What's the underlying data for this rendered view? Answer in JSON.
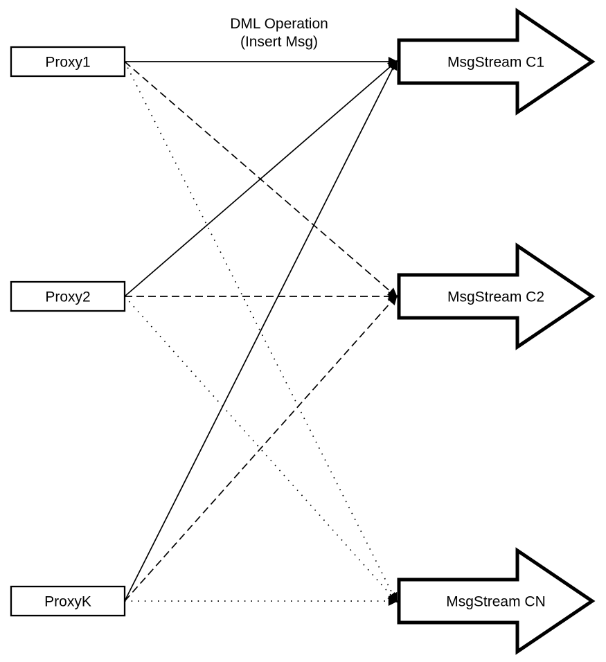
{
  "diagram": {
    "title_line1": "DML Operation",
    "title_line2": "(Insert Msg)",
    "proxies": [
      {
        "id": "proxy1",
        "label": "Proxy1"
      },
      {
        "id": "proxy2",
        "label": "Proxy2"
      },
      {
        "id": "proxyk",
        "label": "ProxyK"
      }
    ],
    "streams": [
      {
        "id": "c1",
        "label": "MsgStream C1"
      },
      {
        "id": "c2",
        "label": "MsgStream C2"
      },
      {
        "id": "cn",
        "label": "MsgStream CN"
      }
    ],
    "edges": [
      {
        "from": "proxy1",
        "to": "c1",
        "style": "solid"
      },
      {
        "from": "proxy2",
        "to": "c1",
        "style": "solid"
      },
      {
        "from": "proxyk",
        "to": "c1",
        "style": "solid"
      },
      {
        "from": "proxy1",
        "to": "c2",
        "style": "dashed"
      },
      {
        "from": "proxy2",
        "to": "c2",
        "style": "dashed"
      },
      {
        "from": "proxyk",
        "to": "c2",
        "style": "dashed"
      },
      {
        "from": "proxy1",
        "to": "cn",
        "style": "dotted"
      },
      {
        "from": "proxy2",
        "to": "cn",
        "style": "dotted"
      },
      {
        "from": "proxyk",
        "to": "cn",
        "style": "dotted"
      }
    ],
    "colors": {
      "line": "#000000",
      "shape_fill": "#ffffff",
      "background": "#ffffff"
    }
  }
}
